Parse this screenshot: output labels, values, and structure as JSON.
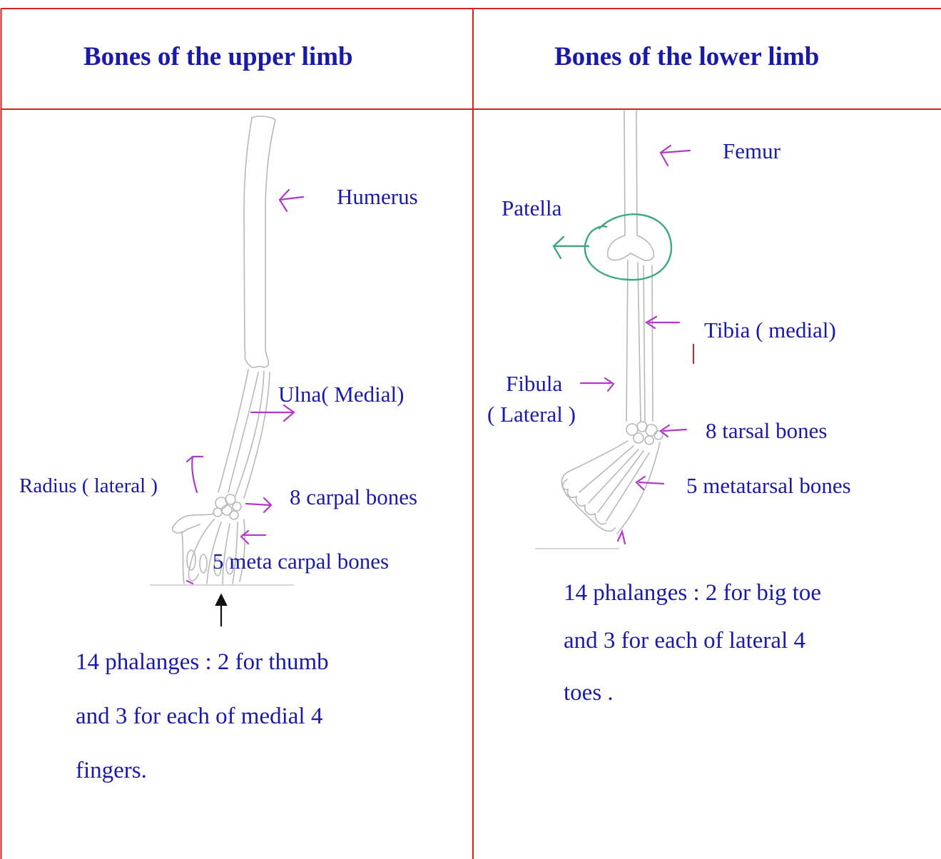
{
  "headers": {
    "left": "Bones of the upper limb",
    "right": "Bones of the lower limb"
  },
  "upper_limb": {
    "labels": {
      "humerus": "Humerus",
      "ulna": "Ulna( Medial)",
      "radius": "Radius ( lateral )",
      "carpal": "8 carpal bones",
      "metacarpal": "5 meta carpal bones"
    },
    "phalanges_lines": [
      "14 phalanges : 2 for thumb",
      "and 3 for each of medial 4",
      "fingers."
    ]
  },
  "lower_limb": {
    "labels": {
      "femur": "Femur",
      "patella": "Patella",
      "tibia": "Tibia ( medial)",
      "fibula_1": "Fibula",
      "fibula_2": "( Lateral )",
      "tarsal": "8 tarsal bones",
      "metatarsal": "5 metatarsal bones"
    },
    "phalanges_lines": [
      "14 phalanges : 2 for big toe",
      "and 3 for each of lateral 4",
      "toes ."
    ]
  },
  "colors": {
    "border": "#d42020",
    "text": "#1a1aa8",
    "arrow": "#b23ac8",
    "patella_ring": "#3ea880",
    "sketch": "#b8b8b8"
  }
}
